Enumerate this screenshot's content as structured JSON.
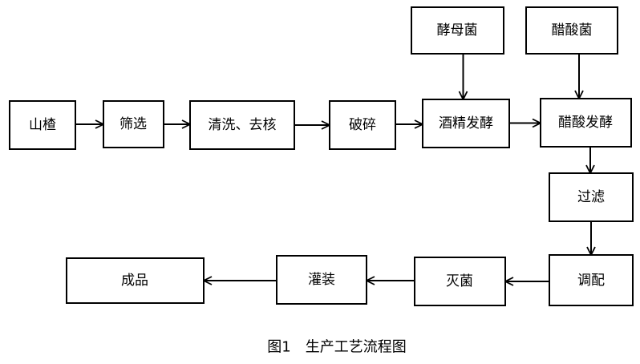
{
  "nodes": {
    "shanzha": "山楂",
    "shaixuan": "筛选",
    "qingxi": "清洗、去核",
    "posui": "破碎",
    "jiujing": "酒精发酵",
    "jiaomujun": "酵母菌",
    "cusuanjun": "醋酸菌",
    "cusuan": "醋酸发酵",
    "guolv": "过滤",
    "tiaopei": "调配",
    "miejun": "灭菌",
    "guanzhuang": "灌装",
    "chengpin": "成品"
  },
  "edges": [
    [
      "shanzha",
      "shaixuan"
    ],
    [
      "shaixuan",
      "qingxi"
    ],
    [
      "qingxi",
      "posui"
    ],
    [
      "posui",
      "jiujing"
    ],
    [
      "jiujing",
      "cusuan"
    ],
    [
      "jiaomujun",
      "jiujing"
    ],
    [
      "cusuanjun",
      "cusuan"
    ],
    [
      "cusuan",
      "guolv"
    ],
    [
      "guolv",
      "tiaopei"
    ],
    [
      "tiaopei",
      "miejun"
    ],
    [
      "miejun",
      "guanzhuang"
    ],
    [
      "guanzhuang",
      "chengpin"
    ]
  ],
  "caption": "图1　生产工艺流程图"
}
